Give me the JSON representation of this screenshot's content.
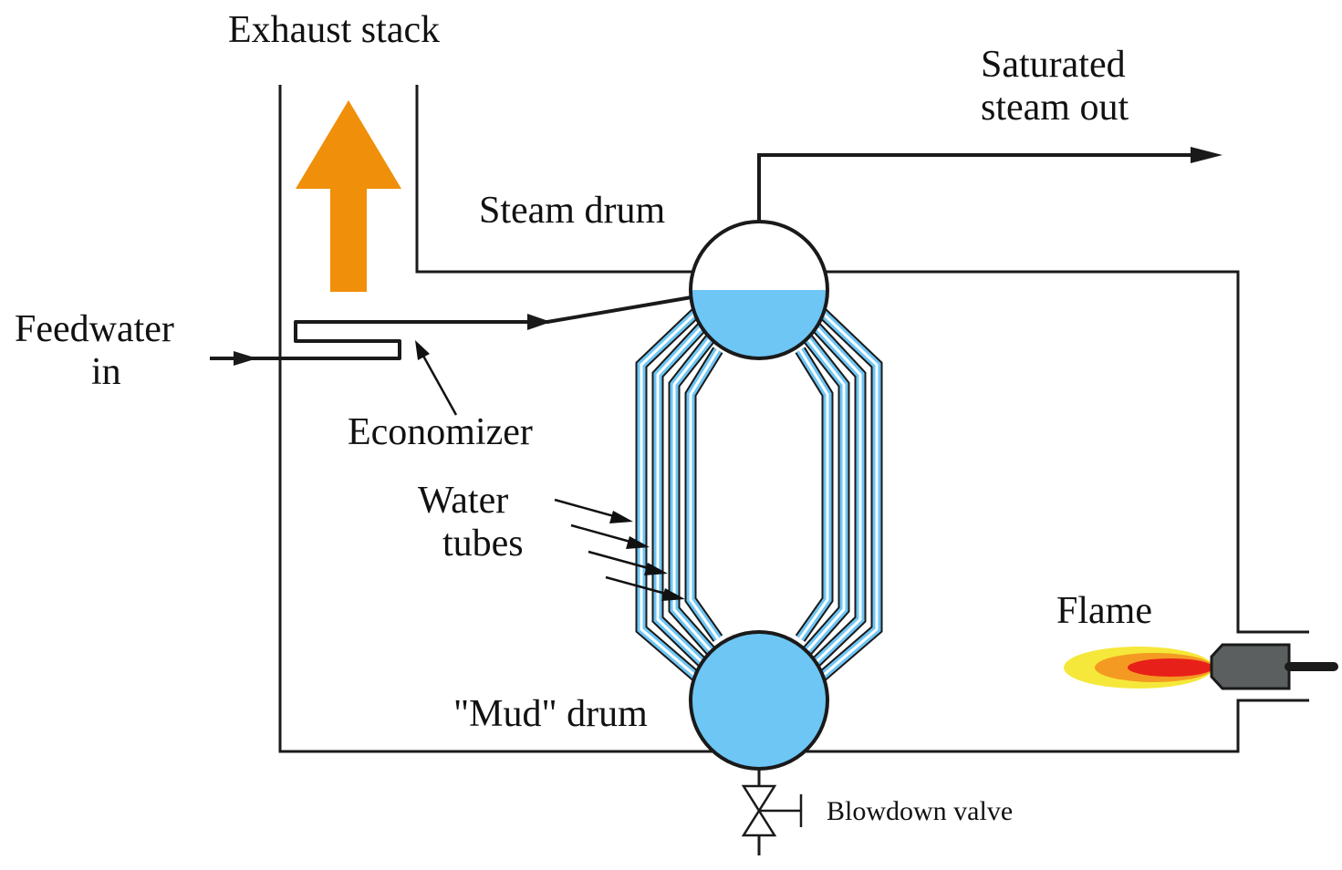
{
  "labels": {
    "exhaust_stack": "Exhaust stack",
    "saturated_line1": "Saturated",
    "saturated_line2": "steam out",
    "steam_drum": "Steam drum",
    "feedwater_line1": "Feedwater",
    "feedwater_line2": "in",
    "economizer": "Economizer",
    "water_tubes_line1": "Water",
    "water_tubes_line2": "tubes",
    "flame": "Flame",
    "mud_drum": "\"Mud\" drum",
    "blowdown_valve": "Blowdown valve"
  },
  "colors": {
    "water": "#6EC6F5",
    "exhaust_arrow": "#F08F0A",
    "flame_outer": "#F5E83A",
    "flame_mid": "#F49A22",
    "flame_inner": "#E8201A",
    "burner": "#5B5F60",
    "line": "#1a1a1a"
  },
  "icons": {
    "exhaust": "up-arrow-icon",
    "valve": "gate-valve-icon",
    "burner": "burner-icon"
  }
}
